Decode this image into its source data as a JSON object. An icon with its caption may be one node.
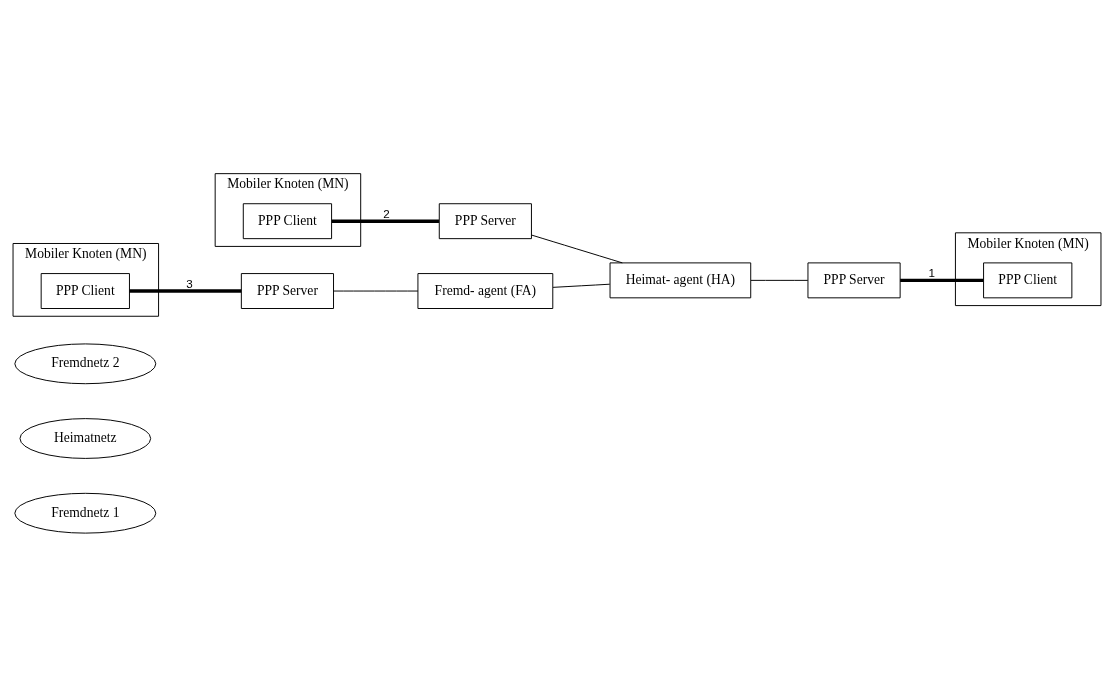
{
  "diagram": {
    "nodes": [
      {
        "text": [
          "Fremdnetz 1"
        ]
      },
      {
        "text": [
          "Heimatnetz"
        ]
      },
      {
        "text": [
          "Fremdnetz 2"
        ]
      },
      {
        "text": [
          "Mobiler Knoten (MN)"
        ]
      },
      {
        "text": [
          "PPP Client"
        ],
        "in": 3
      },
      {
        "text": [
          "PPP Server"
        ]
      },
      {
        "text": [
          "Heimat- agent (HA)"
        ]
      },
      {
        "text": [
          "Mobiler Knoten (MN)"
        ]
      },
      {
        "text": [
          "PPP Client"
        ],
        "in": 7
      },
      {
        "text": [
          "PPP Server"
        ]
      },
      {
        "text": [
          "Fremd- agent (FA)"
        ]
      },
      {
        "text": [
          "PPP Server"
        ]
      },
      {
        "text": [
          "Mobiler Knoten (MN)"
        ]
      },
      {
        "text": [
          "PPP Client"
        ],
        "in": 12
      }
    ],
    "edges": [
      {
        "from": 4,
        "to": 5,
        "arrow": "none",
        "label": "2",
        "style": "thick"
      },
      {
        "from": 5,
        "to": 6,
        "arrow": "none"
      },
      {
        "from": 10,
        "to": 6,
        "arrow": "none"
      },
      {
        "from": 9,
        "to": 10,
        "arrow": "none"
      },
      {
        "from": 8,
        "to": 9,
        "arrow": "none",
        "label": "3",
        "style": "thick"
      },
      {
        "from": 6,
        "to": 11,
        "arrow": "none"
      },
      {
        "from": 11,
        "to": 13,
        "arrow": "none",
        "label": "1",
        "style": "thick"
      }
    ]
  }
}
